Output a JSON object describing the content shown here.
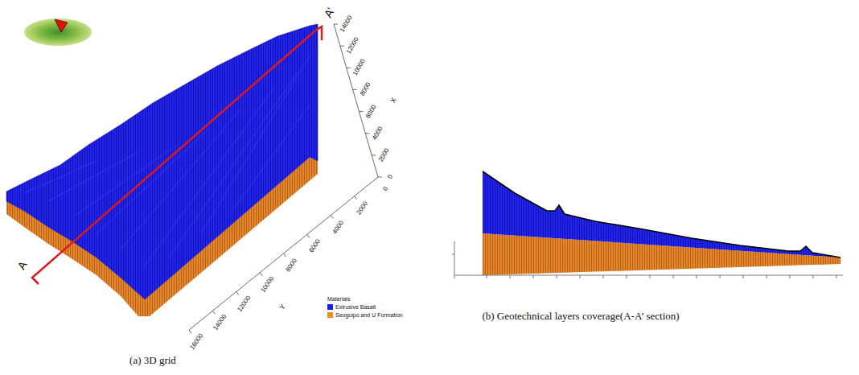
{
  "diagram": {
    "labels": [
      "(a) 3D grid",
      "(b) Geotechnical layers coverage(A-A’ section)",
      "A",
      "A’",
      "0",
      "2000",
      "4000",
      "6000",
      "8000",
      "10000",
      "12000",
      "14000",
      "X",
      "0",
      "2000",
      "4000",
      "6000",
      "8000",
      "10000",
      "12000",
      "14000",
      "16000",
      "Y",
      "Materials"
    ],
    "legend": [
      {
        "text": "Extrusive Basalt",
        "color": "#1a1aff"
      },
      {
        "text": "Seoguipo and U Formation",
        "color": "#f08c1e"
      }
    ]
  }
}
